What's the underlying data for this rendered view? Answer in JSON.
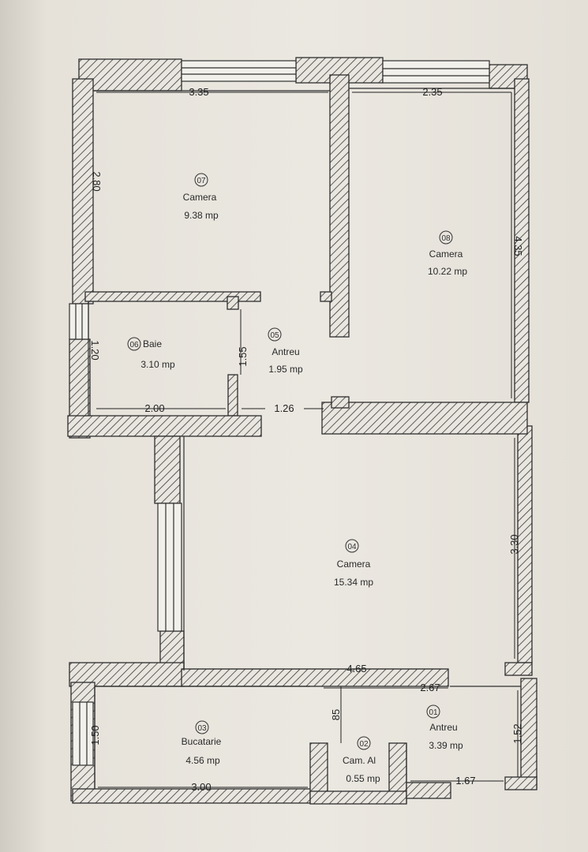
{
  "rooms": [
    {
      "num": "07",
      "name": "Camera",
      "area": "9.38 mp"
    },
    {
      "num": "08",
      "name": "Camera",
      "area": "10.22 mp"
    },
    {
      "num": "06",
      "name": "Baie",
      "area": "3.10 mp"
    },
    {
      "num": "05",
      "name": "Antreu",
      "area": "1.95 mp"
    },
    {
      "num": "04",
      "name": "Camera",
      "area": "15.34 mp"
    },
    {
      "num": "03",
      "name": "Bucatarie",
      "area": "4.56 mp"
    },
    {
      "num": "02",
      "name": "Cam. Al",
      "area": "0.55 mp"
    },
    {
      "num": "01",
      "name": "Antreu",
      "area": "3.39 mp"
    }
  ],
  "dimensions": {
    "top_left": "3.35",
    "top_right": "2.35",
    "right_upper": "4.35",
    "right_mid": "3.30",
    "right_lower": "1.52",
    "bath_height": "1.55",
    "bath_width": "2.00",
    "door_gap": "1.26",
    "living_width": "4.65",
    "hall_width": "2.67",
    "small_height": "85",
    "kitchen_width": "3.00",
    "kitchen_height": "1.50",
    "bottom_right": "1.67",
    "left_upper": "2.80",
    "left_bath": "1.20"
  }
}
